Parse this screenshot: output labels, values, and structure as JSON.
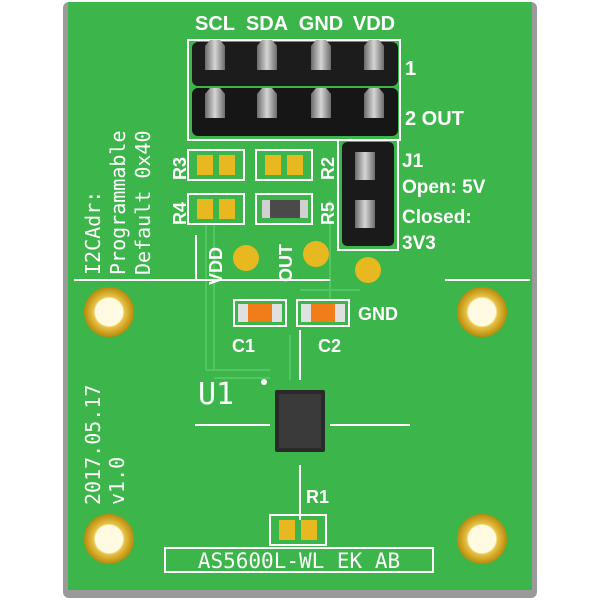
{
  "header_pins": [
    "SCL",
    "SDA",
    "GND",
    "VDD"
  ],
  "row_labels": [
    "1",
    "2 OUT"
  ],
  "jumper": {
    "name": "J1",
    "open": "Open: 5V",
    "closed_1": "Closed:",
    "closed_2": "3V3"
  },
  "resistors": [
    "R3",
    "R4",
    "R2",
    "R5",
    "R1"
  ],
  "side_text": [
    "I2CAdr:",
    "Programmable",
    "Default 0x40"
  ],
  "pads": [
    "VDD",
    "OUT",
    "GND"
  ],
  "capacitors": [
    "C1",
    "C2"
  ],
  "chip": "U1",
  "date": "2017.05.17",
  "version": "v1.0",
  "board_name": "AS5600L-WL_EK_AB",
  "colors": {
    "pcb": "#3bb34a",
    "pcb_edge": "#8c8c8c",
    "silk": "#ffffff",
    "gold": "#e8b820",
    "header": "#1a1a1a",
    "pin": "#9e9e9e",
    "cap": "#f07c1a"
  }
}
